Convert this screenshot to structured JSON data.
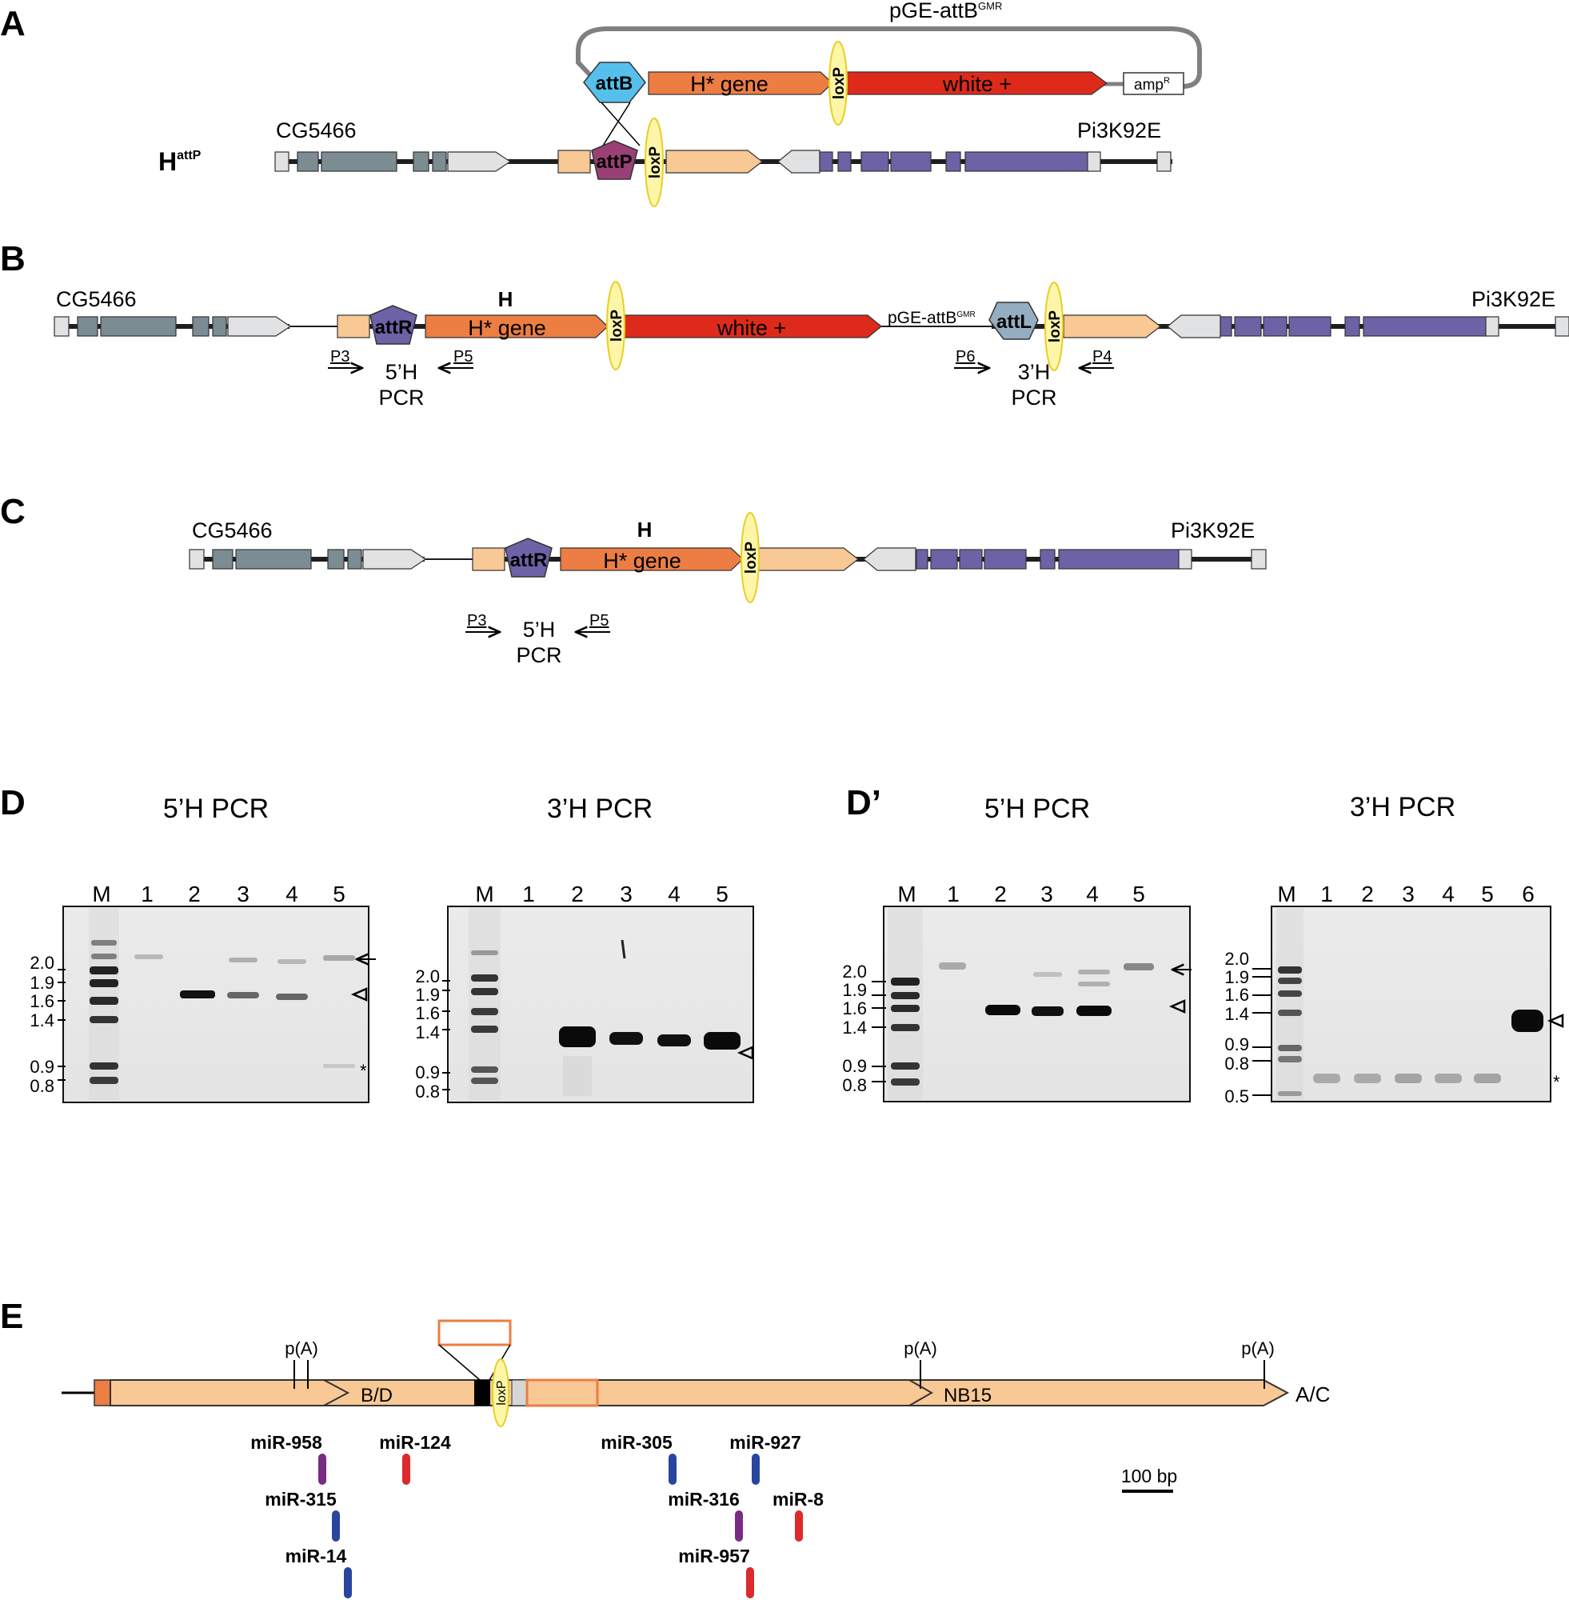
{
  "panels": {
    "A": "A",
    "B": "B",
    "C": "C",
    "D": "D",
    "Dp": "D’",
    "E": "E"
  },
  "panelA": {
    "plasmid": "pGE-attB",
    "plasmid_sup": "GMR",
    "attB": "attB",
    "hgene": "H* gene",
    "loxP": "loxP",
    "white": "white +",
    "amp": "amp",
    "amp_sup": "R",
    "H": "H",
    "H_sup": "attP",
    "left_gene": "CG5466",
    "right_gene": "Pi3K92E",
    "attP": "attP"
  },
  "panelB": {
    "left_gene": "CG5466",
    "right_gene": "Pi3K92E",
    "H": "H",
    "attR": "attR",
    "hgene": "H* gene",
    "loxP": "loxP",
    "white": "white +",
    "plasmid": "pGE-attB",
    "plasmid_sup": "GMR",
    "attL": "attL",
    "p3": "P3",
    "p5": "P5",
    "p6": "P6",
    "p4": "P4",
    "pcr5a": "5’H",
    "pcr5b": "PCR",
    "pcr3a": "3’H",
    "pcr3b": "PCR"
  },
  "panelC": {
    "left_gene": "CG5466",
    "right_gene": "Pi3K92E",
    "H": "H",
    "attR": "attR",
    "hgene": "H* gene",
    "loxP": "loxP",
    "p3": "P3",
    "p5": "P5",
    "pcr5a": "5’H",
    "pcr5b": "PCR"
  },
  "gels": [
    {
      "title": "5’H PCR",
      "lanes": [
        "M",
        "1",
        "2",
        "3",
        "4",
        "5"
      ],
      "ladder": [
        "2.0",
        "1.9",
        "1.6",
        "1.4",
        "0.9",
        "0.8"
      ]
    },
    {
      "title": "3’H PCR",
      "lanes": [
        "M",
        "1",
        "2",
        "3",
        "4",
        "5"
      ],
      "ladder": [
        "2.0",
        "1.9",
        "1.6",
        "1.4",
        "0.9",
        "0.8"
      ]
    },
    {
      "title": "5’H PCR",
      "lanes": [
        "M",
        "1",
        "2",
        "3",
        "4",
        "5"
      ],
      "ladder": [
        "2.0",
        "1.9",
        "1.6",
        "1.4",
        "0.9",
        "0.8"
      ]
    },
    {
      "title": "3’H PCR",
      "lanes": [
        "M",
        "1",
        "2",
        "3",
        "4",
        "5",
        "6"
      ],
      "ladder": [
        "2.0",
        "1.9",
        "1.6",
        "1.4",
        "0.9",
        "0.8",
        "0.5"
      ]
    }
  ],
  "gel_marks": {
    "star": "*"
  },
  "panelE": {
    "pA": "p(A)",
    "bd": "B/D",
    "nb15": "NB15",
    "ac": "A/C",
    "loxP": "loxP",
    "scale": "100 bp",
    "mirs": [
      "miR-958",
      "miR-124",
      "miR-315",
      "miR-14",
      "miR-305",
      "miR-927",
      "miR-316",
      "miR-8",
      "miR-957"
    ]
  },
  "colors": {
    "grey_dark": "#7b8c93",
    "grey_light": "#e1e2e3",
    "peach": "#f8c895",
    "orange": "#ec7d43",
    "red": "#dd2a1b",
    "purple": "#6d62a6",
    "magenta": "#9a4077",
    "blue": "#56c0ec",
    "attL": "#95adc1",
    "loxP_fill": "#fdf6a8",
    "loxP_stroke": "#e8cf27"
  }
}
